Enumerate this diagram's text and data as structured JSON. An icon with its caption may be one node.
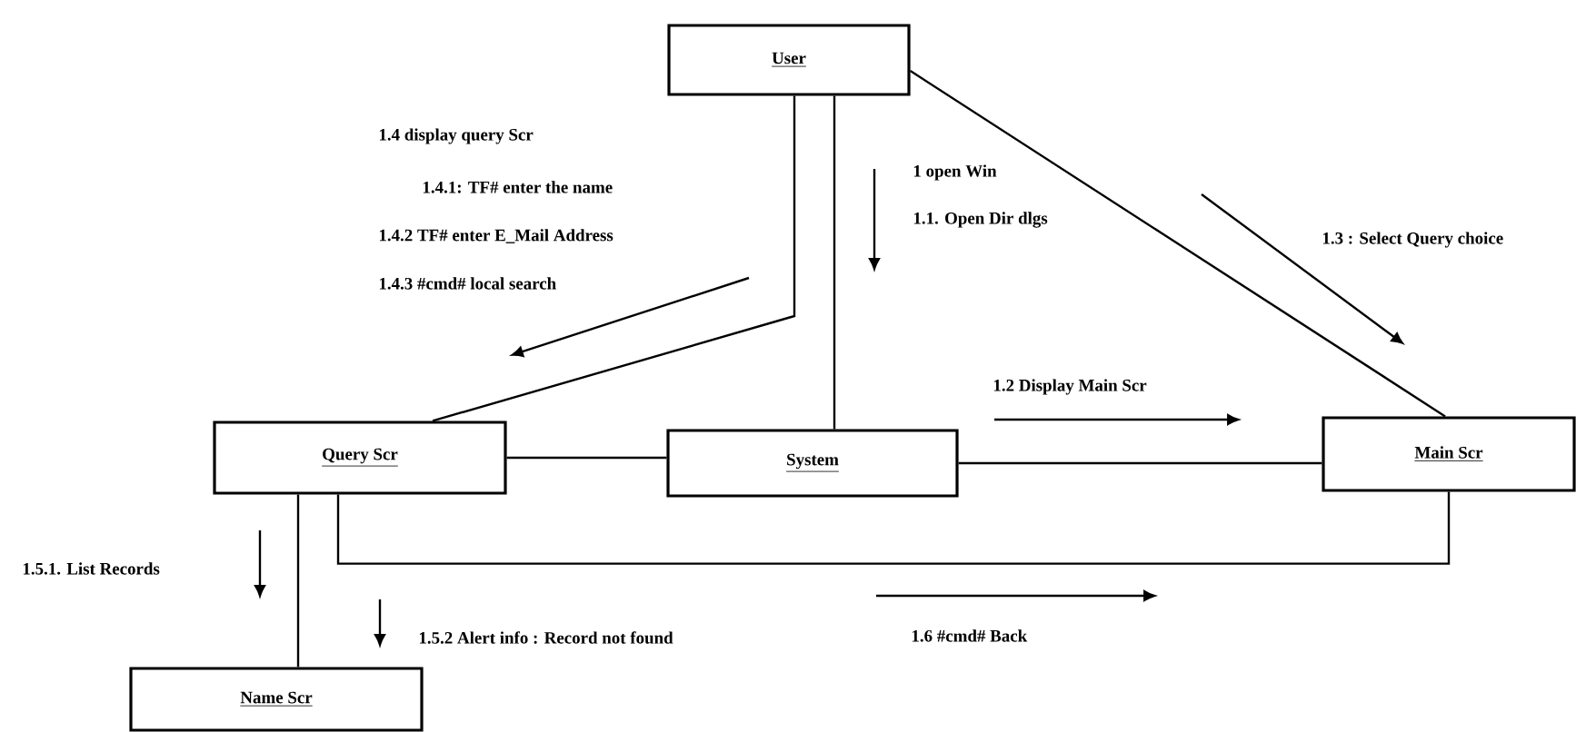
{
  "diagram": {
    "nodes": [
      {
        "text": [
          "User"
        ]
      },
      {
        "text": [
          "Query Scr"
        ]
      },
      {
        "text": [
          "System"
        ]
      },
      {
        "text": [
          "Main Scr"
        ]
      },
      {
        "text": [
          "Name Scr"
        ]
      }
    ],
    "edges": [
      {
        "from": 0,
        "to": 2,
        "arrow": "none"
      },
      {
        "from": 0,
        "to": 1,
        "arrow": "none"
      },
      {
        "from": 0,
        "to": 3,
        "arrow": "none"
      },
      {
        "from": 1,
        "to": 2,
        "arrow": "none"
      },
      {
        "from": 2,
        "to": 3,
        "arrow": "none"
      },
      {
        "from": 1,
        "to": 3,
        "arrow": "none"
      },
      {
        "from": 1,
        "to": 4,
        "arrow": "none"
      }
    ],
    "labels": [
      "1.4 display query Scr",
      "1.4.1: TF# enter the name",
      "1 open Win",
      "1.4.2 TF# enter E_Mail Address",
      "1.1. Open Dir dlgs",
      "1.3 : Select Query choice",
      "1.4.3 #cmd# local search",
      "1.2 Display Main Scr",
      "1.5.1. List Records",
      "1.5.2 Alert info : Record not found",
      "1.6 #cmd# Back"
    ]
  }
}
